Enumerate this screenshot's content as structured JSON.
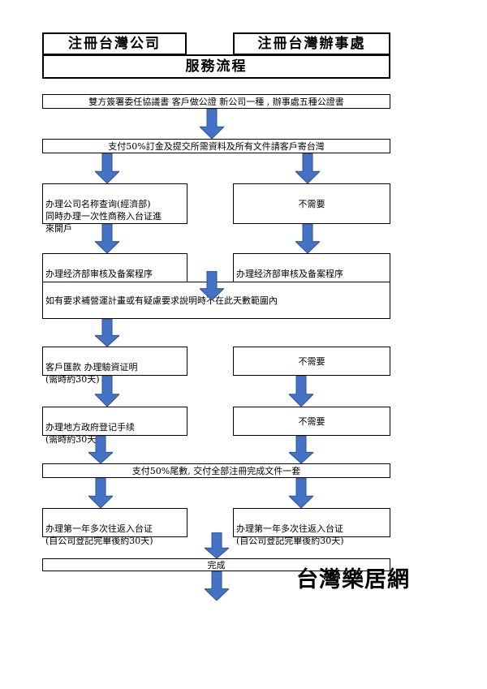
{
  "header": {
    "left_title": "注冊台灣公司",
    "right_title": "注冊台灣辦事處",
    "subtitle": "服務流程"
  },
  "steps": {
    "s1": "雙方簽署委任協議書 客戶做公證 新公司一種 , 辦事處五種公證書",
    "s2": "支付50%訂金及提交所需資料及所有文件請客戶寄台灣",
    "s3_left": "办理公司名称查询(經濟部)\n同時办理一次性商務入台证進\n來開戶",
    "s3_right": "不需要",
    "s4_left": "办理经济部审核及备案程序\n(需時約60天)",
    "s4_right": "办理经济部审核及备案程序\n(需時約60天)",
    "s5": "如有要求補營運計畫或有疑慮要求說明時不在此天數範圍內",
    "s6_left": "客戶匯款 办理驗資证明\n(需時約30天)",
    "s6_right": "不需要",
    "s7_left": "办理地方政府登记手续\n(需時約30天)",
    "s7_right": "不需要",
    "s8": "支付50%尾數, 交付全部注冊完成文件一套",
    "s9_left": "办理第一年多次往返入台证\n(自公司登記完畢後約30天)",
    "s9_right": "办理第一年多次往返入台证\n(自公司登記完畢後約30天)",
    "s10": "完成"
  },
  "logo": {
    "text": "台灣樂居網"
  },
  "colors": {
    "arrow_fill": "#4472c4",
    "arrow_stroke": "#2f528f",
    "border": "#000000"
  }
}
